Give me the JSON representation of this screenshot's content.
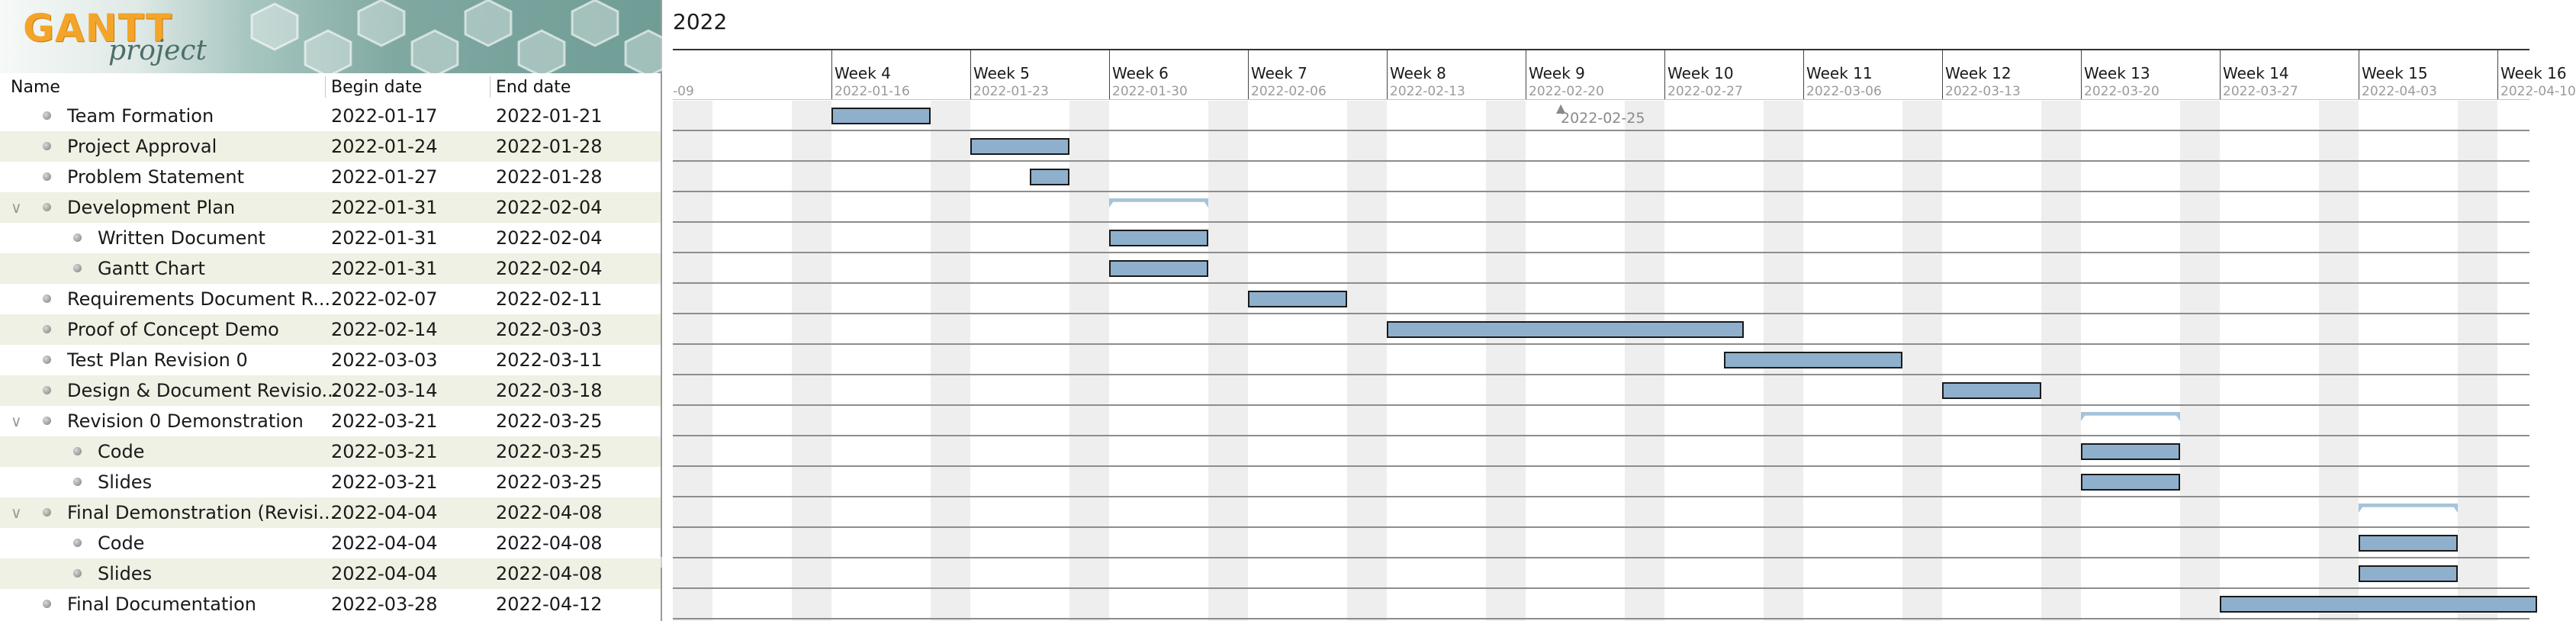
{
  "app": {
    "logo_text": "GANTT",
    "logo_sub": "project"
  },
  "table": {
    "columns": {
      "name": "Name",
      "begin": "Begin date",
      "end": "End date"
    },
    "tasks": [
      {
        "name": "Team Formation",
        "begin": "2022-01-17",
        "end": "2022-01-21",
        "level": 0,
        "summary": false
      },
      {
        "name": "Project Approval",
        "begin": "2022-01-24",
        "end": "2022-01-28",
        "level": 0,
        "summary": false
      },
      {
        "name": "Problem Statement",
        "begin": "2022-01-27",
        "end": "2022-01-28",
        "level": 0,
        "summary": false
      },
      {
        "name": "Development Plan",
        "begin": "2022-01-31",
        "end": "2022-02-04",
        "level": 0,
        "summary": true
      },
      {
        "name": "Written Document",
        "begin": "2022-01-31",
        "end": "2022-02-04",
        "level": 1,
        "summary": false
      },
      {
        "name": "Gantt Chart",
        "begin": "2022-01-31",
        "end": "2022-02-04",
        "level": 1,
        "summary": false
      },
      {
        "name": "Requirements Document R...",
        "begin": "2022-02-07",
        "end": "2022-02-11",
        "level": 0,
        "summary": false
      },
      {
        "name": "Proof of Concept Demo",
        "begin": "2022-02-14",
        "end": "2022-03-03",
        "level": 0,
        "summary": false
      },
      {
        "name": "Test Plan Revision 0",
        "begin": "2022-03-03",
        "end": "2022-03-11",
        "level": 0,
        "summary": false
      },
      {
        "name": "Design & Document Revisio...",
        "begin": "2022-03-14",
        "end": "2022-03-18",
        "level": 0,
        "summary": false
      },
      {
        "name": "Revision 0 Demonstration",
        "begin": "2022-03-21",
        "end": "2022-03-25",
        "level": 0,
        "summary": true
      },
      {
        "name": "Code",
        "begin": "2022-03-21",
        "end": "2022-03-25",
        "level": 1,
        "summary": false
      },
      {
        "name": "Slides",
        "begin": "2022-03-21",
        "end": "2022-03-25",
        "level": 1,
        "summary": false
      },
      {
        "name": "Final Demonstration (Revisi...",
        "begin": "2022-04-04",
        "end": "2022-04-08",
        "level": 0,
        "summary": true
      },
      {
        "name": "Code",
        "begin": "2022-04-04",
        "end": "2022-04-08",
        "level": 1,
        "summary": false
      },
      {
        "name": "Slides",
        "begin": "2022-04-04",
        "end": "2022-04-08",
        "level": 1,
        "summary": false
      },
      {
        "name": "Final Documentation",
        "begin": "2022-03-28",
        "end": "2022-04-12",
        "level": 0,
        "summary": false
      }
    ]
  },
  "timeline": {
    "year": "2022",
    "partial_first_date": "-09",
    "weeks": [
      {
        "label": "Week 4",
        "date": "2022-01-16"
      },
      {
        "label": "Week 5",
        "date": "2022-01-23"
      },
      {
        "label": "Week 6",
        "date": "2022-01-30"
      },
      {
        "label": "Week 7",
        "date": "2022-02-06"
      },
      {
        "label": "Week 8",
        "date": "2022-02-13"
      },
      {
        "label": "Week 9",
        "date": "2022-02-20"
      },
      {
        "label": "Week 10",
        "date": "2022-02-27"
      },
      {
        "label": "Week 11",
        "date": "2022-03-06"
      },
      {
        "label": "Week 12",
        "date": "2022-03-13"
      },
      {
        "label": "Week 13",
        "date": "2022-03-20"
      },
      {
        "label": "Week 14",
        "date": "2022-03-27"
      },
      {
        "label": "Week 15",
        "date": "2022-04-03"
      },
      {
        "label": "Week 16",
        "date": "2022-04-10"
      }
    ],
    "today_marker_glyph": "▲",
    "today_label": "2022-02-25"
  },
  "colors": {
    "bar_fill": "#8fb0cc",
    "summary_fill": "#a7c3d9",
    "row_alt": "#eef1e3",
    "weekend": "#eeeeee"
  }
}
